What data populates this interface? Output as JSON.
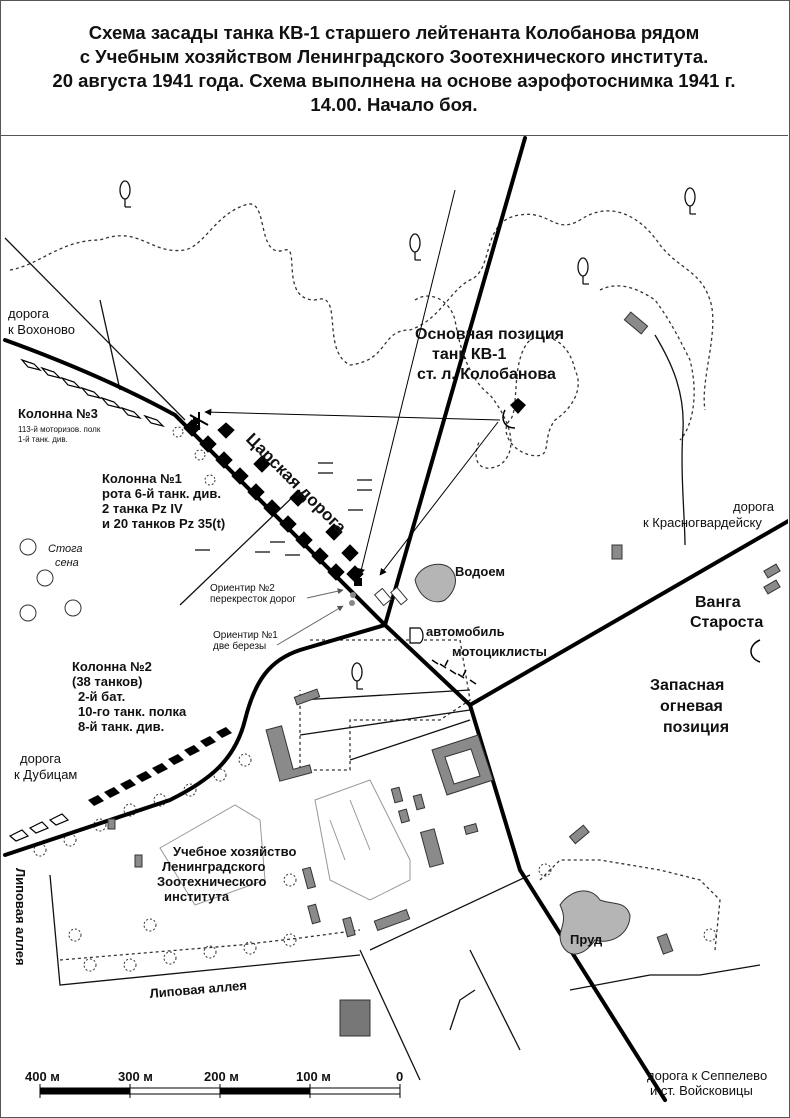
{
  "title": {
    "line1": "Схема засады танка КВ-1 старшего лейтенанта  Колобанова рядом",
    "line2": "с Учебным  хозяйством  Ленинградского Зоотехнического института.",
    "line3": "20 августа 1941 года. Схема выполнена на основе аэрофотоснимка 1941 г.",
    "line4": "14.00.  Начало боя."
  },
  "labels": {
    "road_vokhonovo_1": "дорога",
    "road_vokhonovo_2": "к Вохоново",
    "main_pos_1": "Основная позиция",
    "main_pos_2": "танк КВ-1",
    "main_pos_3": "ст. л. Колобанова",
    "col3_title": "Колонна №3",
    "col3_sub1": "113-й моторизов. полк",
    "col3_sub2": "1-й танк. див.",
    "tsar_road": "Царская дорога",
    "col1_title": "Колонна №1",
    "col1_l2": "рота 6-й танк. див.",
    "col1_l3": "2 танка Pz IV",
    "col1_l4": "и 20 танков Pz 35(t)",
    "hay_1": "Стога",
    "hay_2": "сена",
    "landmark2_1": "Ориентир №2",
    "landmark2_2": "перекресток дорог",
    "landmark1_1": "Ориентир №1",
    "landmark1_2": "две березы",
    "water": "Водоем",
    "car": "автомобиль",
    "motorcyclists": "мотоциклисты",
    "road_krasno_1": "дорога",
    "road_krasno_2": "к Красногвардейску",
    "vanga_1": "Ванга",
    "vanga_2": "Староста",
    "col2_title": "Колонна №2",
    "col2_l2": "(38 танков)",
    "col2_l3": "2-й бат.",
    "col2_l4": "10-го танк. полка",
    "col2_l5": "8-й танк. див.",
    "reserve_1": "Запасная",
    "reserve_2": "огневая",
    "reserve_3": "позиция",
    "road_dubitsy_1": "дорога",
    "road_dubitsy_2": "к Дубицам",
    "farm_1": "Учебное хозяйство",
    "farm_2": "Ленинградского",
    "farm_3": "Зоотехнического",
    "farm_4": "института",
    "pond": "Пруд",
    "linden_vertical": "Липовая аллея",
    "linden_horizontal": "Липовая аллея",
    "road_seplevo_1": "дорога к Сеппелево",
    "road_seplevo_2": "и ст. Войсковицы"
  },
  "scale": {
    "t400": "400 м",
    "t300": "300 м",
    "t200": "200 м",
    "t100": "100 м",
    "t0": "0"
  },
  "colors": {
    "road": "#000000",
    "building": "#8a8a8a",
    "water": "#b5b5b5",
    "line": "#444444"
  }
}
